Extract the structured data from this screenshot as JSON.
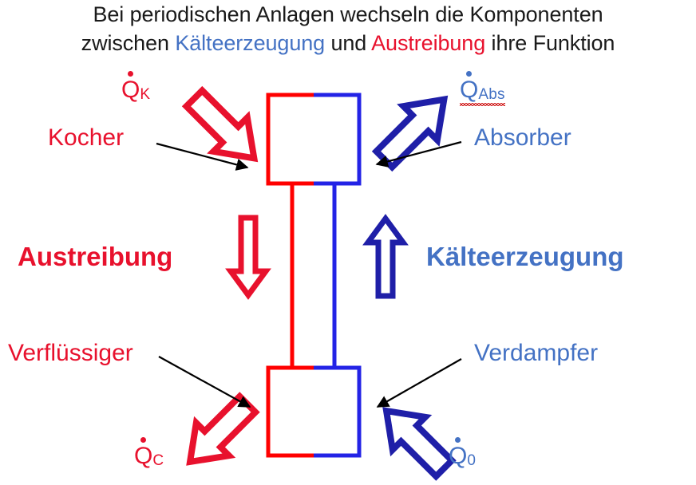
{
  "title": {
    "line1": "Bei periodischen Anlagen wechseln die Komponenten",
    "line2_part1": "zwischen ",
    "line2_blue": "Kälteerzeugung",
    "line2_part2": " und ",
    "line2_red": "Austreibung",
    "line2_part3": " ihre Funktion"
  },
  "colors": {
    "red": "#E8112D",
    "blue_text": "#4472C4",
    "blue_dark": "#1F1FA8",
    "pipe_red": "#FF0000",
    "pipe_blue": "#2323E6",
    "black": "#000000"
  },
  "labels": {
    "kocher": "Kocher",
    "absorber": "Absorber",
    "verfluessiger": "Verflüssiger",
    "verdampfer": "Verdampfer",
    "austreibung": "Austreibung",
    "kaelteerzeugung": "Kälteerzeugung"
  },
  "heat_flows": {
    "q_k": {
      "symbol": "Q",
      "dot": true,
      "subscript": "K",
      "color": "#E8112D"
    },
    "q_abs": {
      "symbol": "Q",
      "dot": true,
      "subscript": "Abs",
      "color": "#4472C4",
      "spellcheck_underline": true
    },
    "q_c": {
      "symbol": "Q",
      "dot": true,
      "subscript": "C",
      "color": "#E8112D"
    },
    "q_0": {
      "symbol": "Q",
      "dot": true,
      "subscript": "0",
      "color": "#4472C4"
    }
  },
  "components": {
    "upper_box": {
      "left_half_color": "#FF0000",
      "right_half_color": "#2323E6"
    },
    "lower_box": {
      "left_half_color": "#FF0000",
      "right_half_color": "#2323E6"
    },
    "left_pipe": {
      "color": "#FF0000"
    },
    "right_pipe": {
      "color": "#2323E6"
    }
  },
  "arrows": {
    "top_left_block": {
      "direction": "down-right",
      "color": "#E8112D",
      "style": "hollow-block"
    },
    "top_right_block": {
      "direction": "up-right",
      "color": "#1F1FA8",
      "style": "hollow-block"
    },
    "middle_down_block": {
      "direction": "down",
      "color": "#E8112D",
      "style": "hollow-block"
    },
    "middle_up_block": {
      "direction": "up",
      "color": "#1F1FA8",
      "style": "hollow-block"
    },
    "bottom_left_block": {
      "direction": "down-left",
      "color": "#E8112D",
      "style": "hollow-block"
    },
    "bottom_right_block": {
      "direction": "up-left",
      "color": "#1F1FA8",
      "style": "hollow-block"
    },
    "pointer_kocher": {
      "direction": "down-right",
      "color": "#000000",
      "style": "thin-line"
    },
    "pointer_absorber": {
      "direction": "down-left",
      "color": "#000000",
      "style": "thin-line"
    },
    "pointer_verfluessiger": {
      "direction": "down-right",
      "color": "#000000",
      "style": "thin-line"
    },
    "pointer_verdampfer": {
      "direction": "down-left",
      "color": "#000000",
      "style": "thin-line"
    }
  }
}
